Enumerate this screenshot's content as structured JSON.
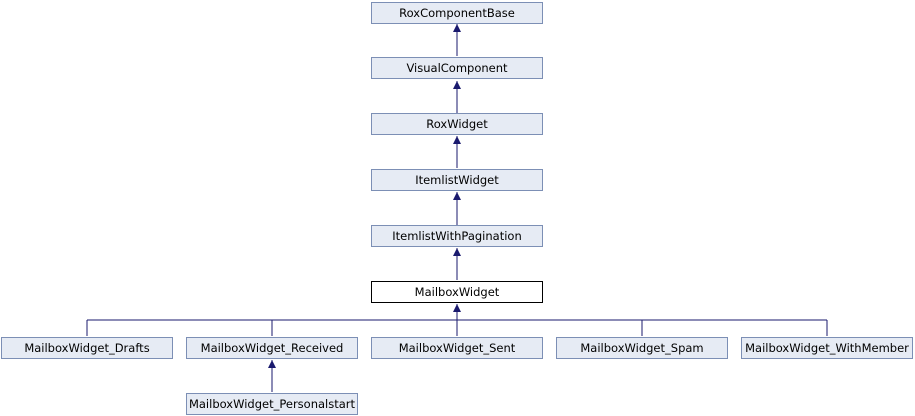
{
  "diagram": {
    "type": "class-inheritance-graph",
    "colors": {
      "node_fill": "#e6ebf4",
      "node_border": "#7c8fb5",
      "current_fill": "#ffffff",
      "current_border": "#000000",
      "edge": "#1a1a6e"
    },
    "nodes": {
      "rox_component_base": "RoxComponentBase",
      "visual_component": "VisualComponent",
      "rox_widget": "RoxWidget",
      "itemlist_widget": "ItemlistWidget",
      "itemlist_with_pagination": "ItemlistWithPagination",
      "mailbox_widget": "MailboxWidget",
      "mailbox_widget_drafts": "MailboxWidget_Drafts",
      "mailbox_widget_received": "MailboxWidget_Received",
      "mailbox_widget_sent": "MailboxWidget_Sent",
      "mailbox_widget_spam": "MailboxWidget_Spam",
      "mailbox_widget_with_member": "MailboxWidget_WithMember",
      "mailbox_widget_personalstart": "MailboxWidget_Personalstart"
    },
    "current_node": "MailboxWidget",
    "edges": [
      {
        "from": "VisualComponent",
        "to": "RoxComponentBase"
      },
      {
        "from": "RoxWidget",
        "to": "VisualComponent"
      },
      {
        "from": "ItemlistWidget",
        "to": "RoxWidget"
      },
      {
        "from": "ItemlistWithPagination",
        "to": "ItemlistWidget"
      },
      {
        "from": "MailboxWidget",
        "to": "ItemlistWithPagination"
      },
      {
        "from": "MailboxWidget_Drafts",
        "to": "MailboxWidget"
      },
      {
        "from": "MailboxWidget_Received",
        "to": "MailboxWidget"
      },
      {
        "from": "MailboxWidget_Sent",
        "to": "MailboxWidget"
      },
      {
        "from": "MailboxWidget_Spam",
        "to": "MailboxWidget"
      },
      {
        "from": "MailboxWidget_WithMember",
        "to": "MailboxWidget"
      },
      {
        "from": "MailboxWidget_Personalstart",
        "to": "MailboxWidget_Received"
      }
    ]
  }
}
